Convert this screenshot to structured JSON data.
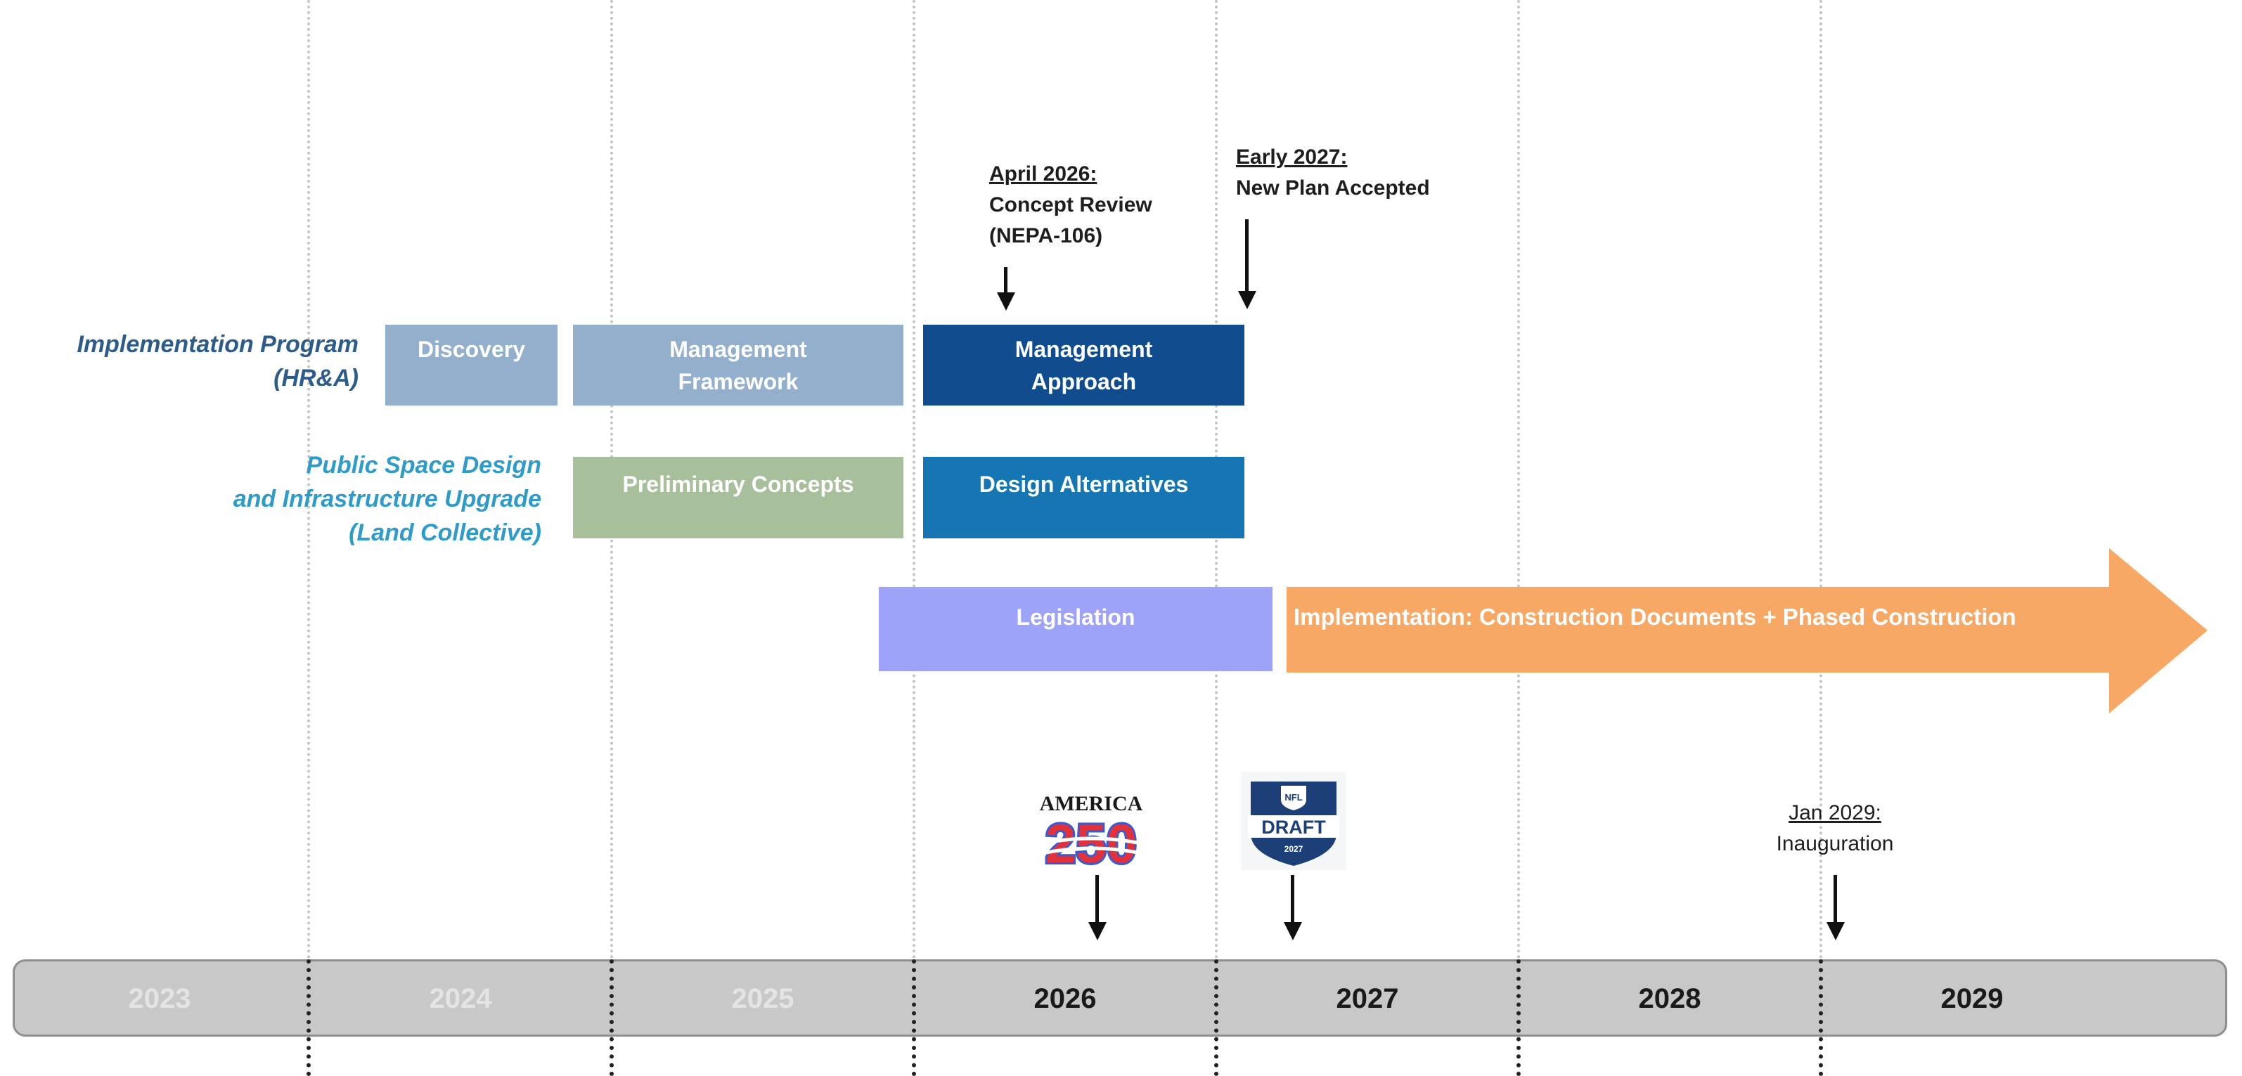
{
  "lanes": {
    "implementation_program": {
      "line1": "Implementation Program",
      "line2": "(HR&A)",
      "color": "#2e5c8a"
    },
    "public_space": {
      "line1": "Public Space Design",
      "line2": "and Infrastructure Upgrade",
      "line3": "(Land Collective)",
      "color": "#2f9bc8"
    }
  },
  "bars": {
    "discovery": {
      "label": "Discovery",
      "color": "#93afcc"
    },
    "management_framework": {
      "line1": "Management",
      "line2": "Framework",
      "color": "#93afcc"
    },
    "management_approach": {
      "line1": "Management",
      "line2": "Approach",
      "color": "#114d8e"
    },
    "preliminary_concepts": {
      "label": "Preliminary Concepts",
      "color": "#a8bf9c"
    },
    "design_alternatives": {
      "label": "Design Alternatives",
      "color": "#1576b3"
    },
    "legislation": {
      "label": "Legislation",
      "color": "#9da3f9"
    },
    "implementation": {
      "label": "Implementation: Construction Documents + Phased Construction",
      "color": "#f8a865"
    }
  },
  "milestones": {
    "april_2026": {
      "date": "April 2026:",
      "line1": "Concept Review",
      "line2": "(NEPA-106)"
    },
    "early_2027": {
      "date": "Early 2027:",
      "line1": "New Plan Accepted"
    },
    "jan_2029": {
      "date": "Jan 2029:",
      "line1": "Inauguration"
    }
  },
  "logos": {
    "america250": {
      "text": "AMERICA",
      "number": "250"
    },
    "nfl_draft": {
      "shield": "NFL",
      "word": "DRAFT",
      "year": "2027"
    }
  },
  "timeline": {
    "years": [
      {
        "label": "2023",
        "active": false
      },
      {
        "label": "2024",
        "active": false
      },
      {
        "label": "2025",
        "active": false
      },
      {
        "label": "2026",
        "active": true
      },
      {
        "label": "2027",
        "active": true
      },
      {
        "label": "2028",
        "active": true
      },
      {
        "label": "2029",
        "active": true
      }
    ],
    "active_color": "#1a1a1a",
    "inactive_color": "#e4e4e4",
    "bar_color": "#c8c8c8"
  }
}
